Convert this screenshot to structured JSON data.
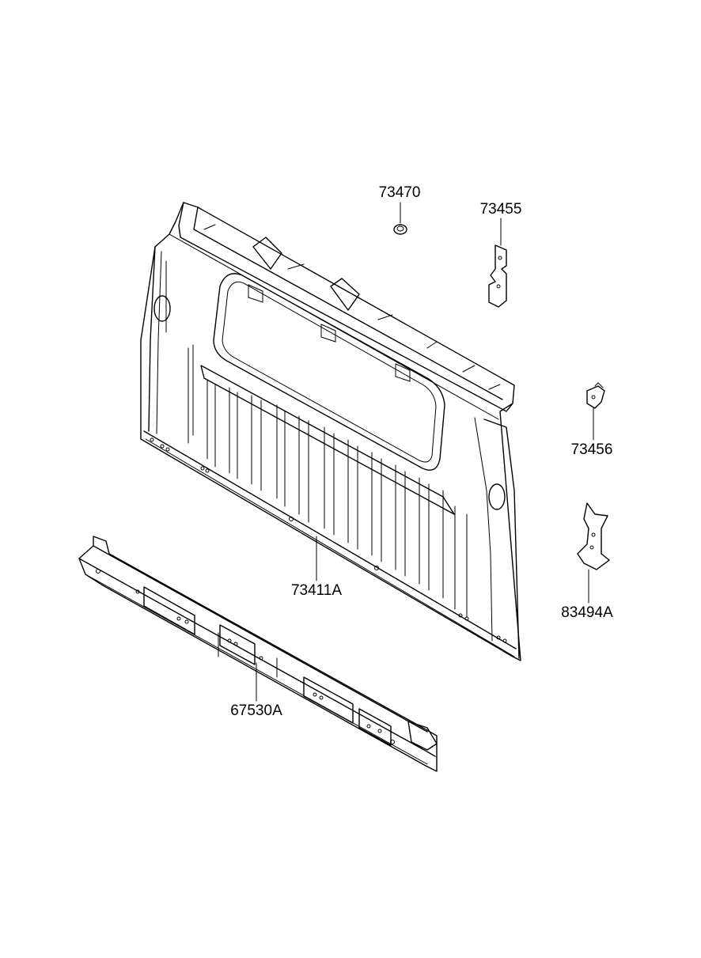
{
  "parts": [
    {
      "id": "p1",
      "number": "73470",
      "name": "grommet"
    },
    {
      "id": "p2",
      "number": "73455",
      "name": "bracket"
    },
    {
      "id": "p3",
      "number": "73456",
      "name": "clip"
    },
    {
      "id": "p4",
      "number": "83494A",
      "name": "bracket"
    },
    {
      "id": "p5",
      "number": "73411A",
      "name": "back-panel"
    },
    {
      "id": "p6",
      "number": "67530A",
      "name": "crossmember"
    }
  ],
  "colors": {
    "line": "#000000",
    "background": "#ffffff"
  }
}
